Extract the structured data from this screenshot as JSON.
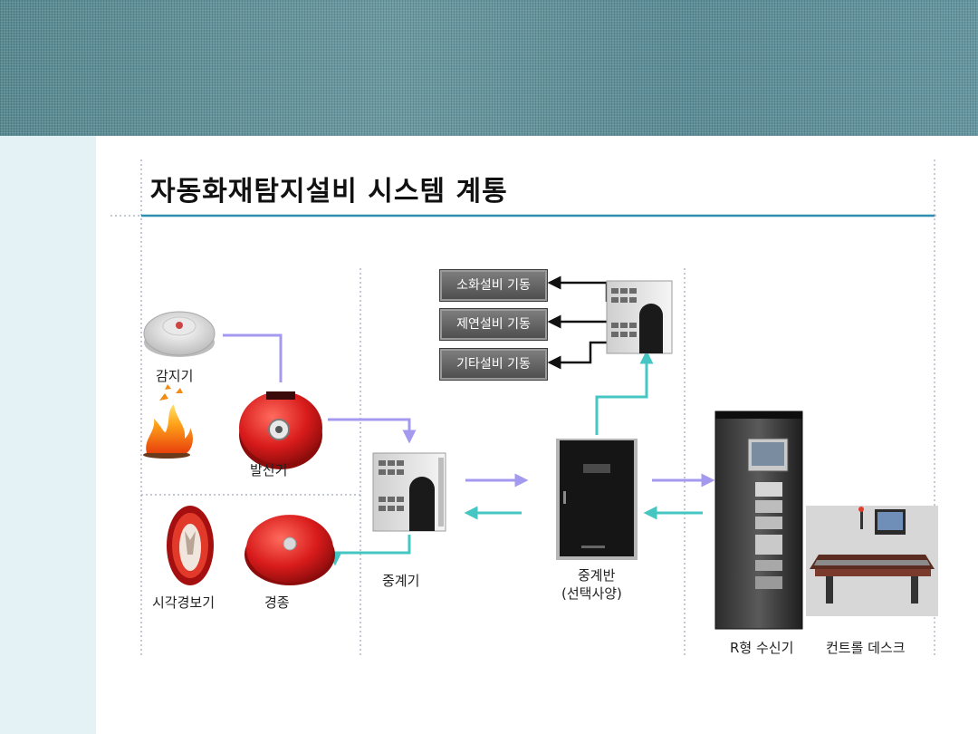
{
  "title": "자동화재탐지설비 시스템 계통",
  "labels": {
    "detector": "감지기",
    "transmitter": "발신기",
    "strobe": "시각경보기",
    "bell": "경종",
    "repeater": "중계기",
    "repeater_panel_line1": "중계반",
    "repeater_panel_line2": "(선택사양)",
    "receiver": "R형 수신기",
    "control_desk": "컨트롤 데스크"
  },
  "outputs": [
    {
      "label": "소화설비 기동"
    },
    {
      "label": "제연설비 기동"
    },
    {
      "label": "기타설비 기동"
    }
  ],
  "colors": {
    "purple_arrow": "#a39af0",
    "teal_arrow": "#46c6c2",
    "rule": "#2f8fb0",
    "device_red": "#d81b1b"
  }
}
